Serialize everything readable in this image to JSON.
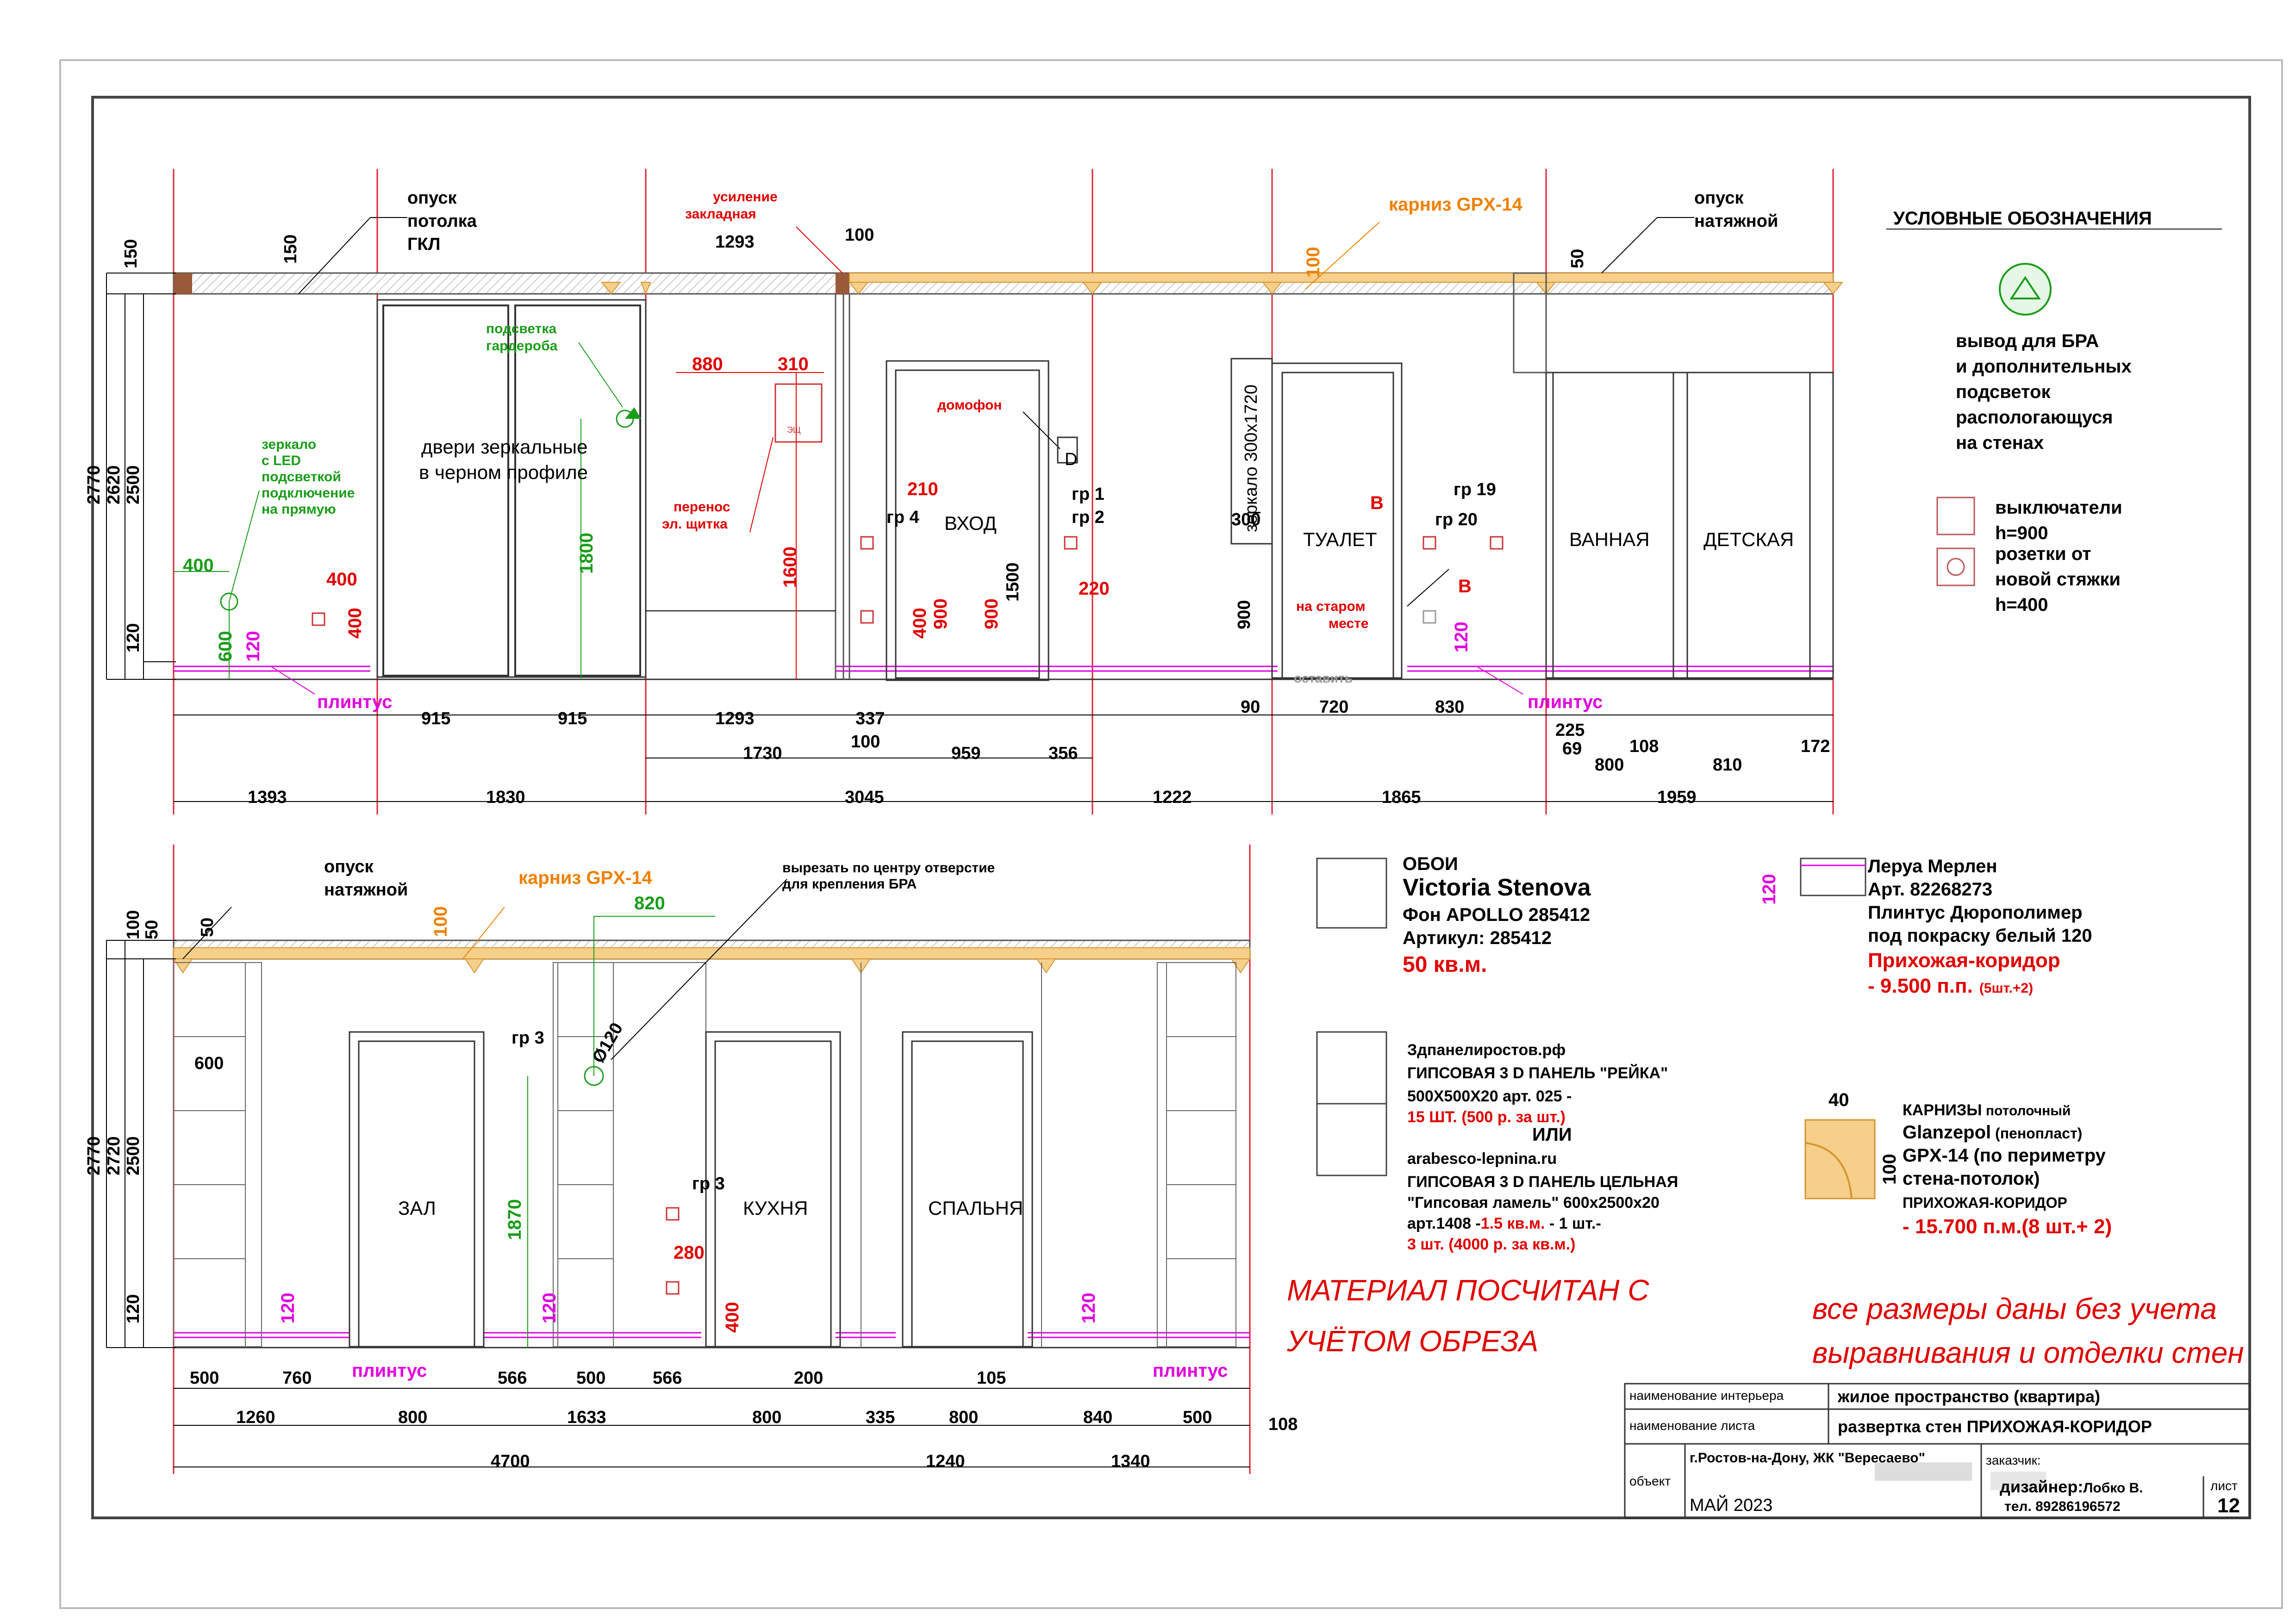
{
  "sheet_title": "развертка стен ПРИХОЖАЯ-КОРИДОР",
  "top_wall": {
    "callouts": {
      "opusk_gkl": [
        "опуск",
        "потолка",
        "ГКЛ"
      ],
      "usilenie": [
        "усиление",
        "закладная"
      ],
      "karniz": "карниз GPX-14",
      "opusk_natyazh": [
        "опуск",
        "натяжной"
      ],
      "podsvetka": [
        "подсветка",
        "гардероба"
      ],
      "zerkalo_led": [
        "зеркало",
        "с LED",
        "подсветкой",
        "подключение",
        "на прямую"
      ],
      "doors_mirror": [
        "двери зеркальные",
        "в черном профиле"
      ],
      "perenos": [
        "перенос",
        "эл. щитка"
      ],
      "domofon": "домофон",
      "zerkalo_vert": "зеркало 300х1720",
      "na_starom": [
        "на старом",
        "месте"
      ],
      "ostavit": "оставить",
      "plintus": "плинтус",
      "eshch": "ЭЩ",
      "D": "D",
      "B": "В"
    },
    "rooms": [
      "ВХОД",
      "ТУАЛЕТ",
      "ВАННАЯ",
      "ДЕТСКАЯ"
    ],
    "vertical_dims": [
      "2770",
      "2620",
      "2500",
      "150",
      "120"
    ],
    "dims_black": [
      "150",
      "1293",
      "100",
      "100",
      "50",
      "1393",
      "1830",
      "3045",
      "1222",
      "1865",
      "1959",
      "915",
      "915",
      "1293",
      "337",
      "100",
      "1730",
      "959",
      "356",
      "90",
      "720",
      "830",
      "225",
      "69",
      "108",
      "800",
      "810",
      "172",
      "1500",
      "900",
      "300",
      "гр 4",
      "гр 1",
      "гр 2",
      "гр 19",
      "гр 20"
    ],
    "dims_red": [
      "880",
      "310",
      "1600",
      "210",
      "400",
      "900",
      "900",
      "400",
      "400",
      "220"
    ],
    "dims_green": [
      "400",
      "600",
      "1800"
    ],
    "dims_magenta": [
      "120",
      "120"
    ],
    "dims_orange": [
      "100"
    ]
  },
  "bottom_wall": {
    "callouts": {
      "opusk_natyazh": [
        "опуск",
        "натяжной"
      ],
      "karniz": "карниз GPX-14",
      "vyrezat": [
        "вырезать по центру отверстие",
        "для крепления БРА"
      ],
      "plintus": "плинтус"
    },
    "rooms": [
      "ЗАЛ",
      "КУХНЯ",
      "СПАЛЬНЯ"
    ],
    "vertical_dims": [
      "2770",
      "2720",
      "2500",
      "100",
      "50",
      "120"
    ],
    "dims_black": [
      "50",
      "600",
      "гр 3",
      "Ø120",
      "гр 3",
      "500",
      "760",
      "566",
      "500",
      "566",
      "200",
      "105",
      "1260",
      "800",
      "1633",
      "800",
      "335",
      "800",
      "840",
      "500",
      "108",
      "4700",
      "1240",
      "1340"
    ],
    "dims_red": [
      "280",
      "400"
    ],
    "dims_green": [
      "820",
      "1870"
    ],
    "dims_magenta": [
      "120",
      "120",
      "120"
    ],
    "dims_orange": [
      "100"
    ]
  },
  "legend": {
    "title": "УСЛОВНЫЕ ОБОЗНАЧЕНИЯ",
    "bra_text": [
      "вывод для БРА",
      "и дополнительных",
      "подсветок",
      "распологающуся",
      "на стенах"
    ],
    "switch_text": [
      "выключатели",
      "h=900"
    ],
    "socket_text": [
      "розетки от",
      "новой стяжки",
      "h=400"
    ]
  },
  "materials": {
    "wallpaper": {
      "lines": [
        "ОБОИ",
        "Victoria Stenova",
        "Фон APOLLO 285412",
        "Артикул: 285412"
      ],
      "qty": "50 кв.м."
    },
    "panel": {
      "lines_black1": [
        "Здпанелиростов.рф",
        "ГИПСОВАЯ 3 D ПАНЕЛЬ \"РЕЙКА\"",
        "500Х500Х20 арт. 025 -"
      ],
      "red1": "15 ШТ. (500 р. за шт.)",
      "or": "ИЛИ",
      "lines_black2": [
        "arabesco-lepnina.ru",
        "ГИПСОВАЯ 3 D ПАНЕЛЬ ЦЕЛЬНАЯ",
        "\"Гипсовая ламель\" 600х2500х20"
      ],
      "art_prefix": "арт.1408 -",
      "art_red": "1.5 кв.м.",
      "art_suffix": " - 1 шт.-",
      "red2": "3 шт. (4000 р. за кв.м.)"
    },
    "plinth": {
      "dim": "120",
      "lines": [
        "Леруа Мерлен",
        "Арт. 82268273",
        "Плинтус  Дюрополимер",
        "под покраску белый 120"
      ],
      "red_title": "Прихожая-коридор",
      "red_qty": " - 9.500 п.п.",
      "red_small": "(5шт.+2)"
    },
    "cornice": {
      "dim_w": "40",
      "dim_h": "100",
      "line1_bold": "КАРНИЗЫ",
      "line1_small": " потолочный",
      "line2_bold": "Glanzepol",
      "line2_small": " (пенопласт)",
      "line3": "GPX-14  (по периметру",
      "line4": "стена-потолок)",
      "line5": "ПРИХОЖАЯ-КОРИДОР",
      "red_qty": " - 15.700 п.м.(8 шт.+ 2)"
    }
  },
  "notes": {
    "material_note": [
      "МАТЕРИАЛ ПОСЧИТАН С",
      "УЧЁТОМ ОБРЕЗА"
    ],
    "sizes_note": [
      "все размеры даны без учета",
      "выравнивания и отделки стен"
    ]
  },
  "title_block": {
    "label_interior": "наименование интерьера",
    "value_interior": "жилое пространство (квартира)",
    "label_sheet": "наименование листа",
    "value_sheet": "развертка стен ПРИХОЖАЯ-КОРИДОР",
    "label_object": "объект",
    "value_object": "г.Ростов-на-Дону, ЖК \"Вересаево\"",
    "label_customer": "заказчик:",
    "date": "МАЙ 2023",
    "designer_label": "дизайнер:",
    "designer_name": "Лобко В.",
    "phone": "тел. 89286196572",
    "sheet_label": "лист",
    "sheet_no": "12"
  },
  "colors": {
    "red": "#e00000",
    "green": "#1a9d1a",
    "magenta": "#e000e0",
    "orange": "#f08000",
    "cornice_fill": "#f6cf8a",
    "brown": "#9a5a3a"
  }
}
